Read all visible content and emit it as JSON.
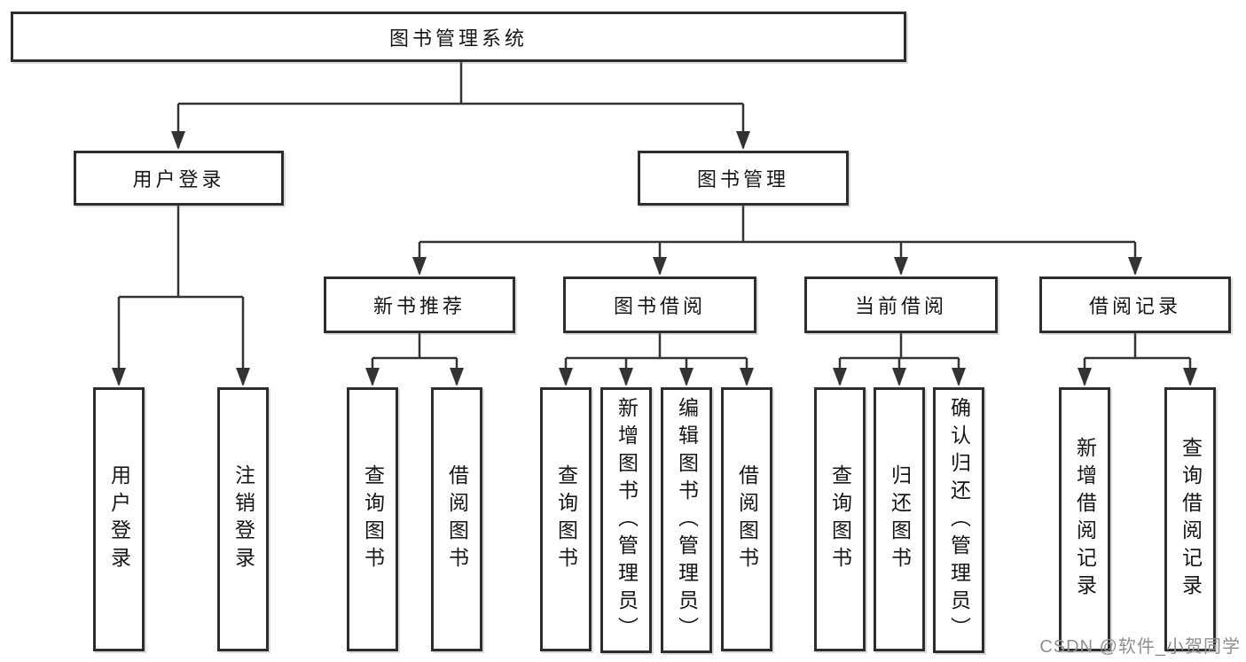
{
  "diagram": {
    "root": {
      "label": "图书管理系统"
    },
    "branches": [
      {
        "label": "用户登录",
        "children": [
          {
            "label": "用户登录"
          },
          {
            "label": "注销登录"
          }
        ]
      },
      {
        "label": "图书管理",
        "children": [
          {
            "label": "新书推荐",
            "children": [
              {
                "label": "查询图书"
              },
              {
                "label": "借阅图书"
              }
            ]
          },
          {
            "label": "图书借阅",
            "children": [
              {
                "label": "查询图书"
              },
              {
                "label": "新增图书（管理员）"
              },
              {
                "label": "编辑图书（管理员）"
              },
              {
                "label": "借阅图书"
              }
            ]
          },
          {
            "label": "当前借阅",
            "children": [
              {
                "label": "查询图书"
              },
              {
                "label": "归还图书"
              },
              {
                "label": "确认归还（管理员）"
              }
            ]
          },
          {
            "label": "借阅记录",
            "children": [
              {
                "label": "新增借阅记录"
              },
              {
                "label": "查询借阅记录"
              }
            ]
          }
        ]
      }
    ],
    "watermark": "CSDN @软件_小贺同学",
    "colors": {
      "background": "#ffffff",
      "line": "#333333",
      "box_border": "#2d2d2d",
      "text": "#161616",
      "watermark": "#8f8f8f"
    }
  }
}
